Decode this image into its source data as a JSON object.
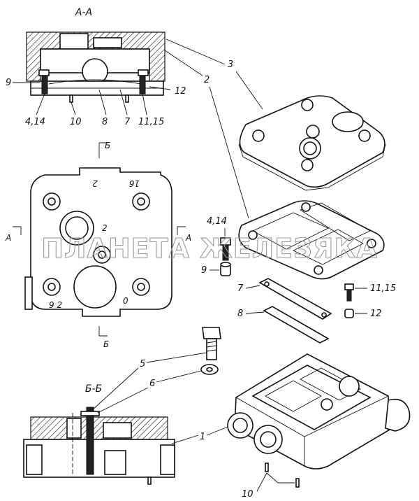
{
  "sections": {
    "aa_title": "А-А",
    "bb_title": "Б-Б",
    "cut_a_left": "А",
    "cut_a_right": "А",
    "cut_b_top": "Б",
    "cut_b_bottom": "Б"
  },
  "plan_marks": {
    "mark_top_left": "2",
    "mark_top_right": "16",
    "mark_center": "2",
    "mark_bottom_left": "9 2",
    "mark_bottom_right": "0"
  },
  "callouts": {
    "c1": "1",
    "c2": "2",
    "c3": "3",
    "c4_14": "4,14",
    "c5": "5",
    "c6": "6",
    "c7": "7",
    "c8": "8",
    "c9": "9",
    "c10": "10",
    "c11_15": "11,15",
    "c12": "12",
    "aa_9": "9",
    "aa_12": "12",
    "aa_4_14": "4,14",
    "aa_10": "10",
    "aa_8": "8",
    "aa_7": "7",
    "aa_11_15": "11,15"
  },
  "watermark": "ПЛАНЕТА ЖЕЛЕЗЯКА"
}
